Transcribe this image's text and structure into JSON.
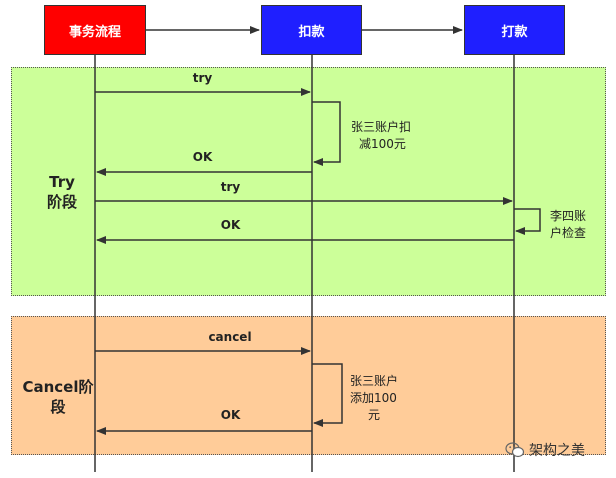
{
  "participants": {
    "transaction": "事务流程",
    "debit": "扣款",
    "credit": "打款"
  },
  "phases": {
    "try_line1": "Try",
    "try_line2": "阶段",
    "cancel_line1": "Cancel阶",
    "cancel_line2": "段"
  },
  "messages": {
    "try_to_debit": "try",
    "ok_from_debit": "OK",
    "try_to_credit": "try",
    "ok_from_credit": "OK",
    "cancel_to_debit": "cancel",
    "ok_from_debit_cancel": "OK"
  },
  "notes": {
    "debit_try_line1": "张三账户扣",
    "debit_try_line2": "减100元",
    "credit_try_line1": "李四账",
    "credit_try_line2": "户检查",
    "debit_cancel_line1": "张三账户",
    "debit_cancel_line2": "添加100",
    "debit_cancel_line3": "元"
  },
  "watermark": {
    "text": "架构之美",
    "icon": "wechat-icon"
  },
  "colors": {
    "transaction_box": "#ff0000",
    "participant_box": "#1f1fff",
    "try_phase": "#ccff99",
    "cancel_phase": "#ffcc99"
  }
}
